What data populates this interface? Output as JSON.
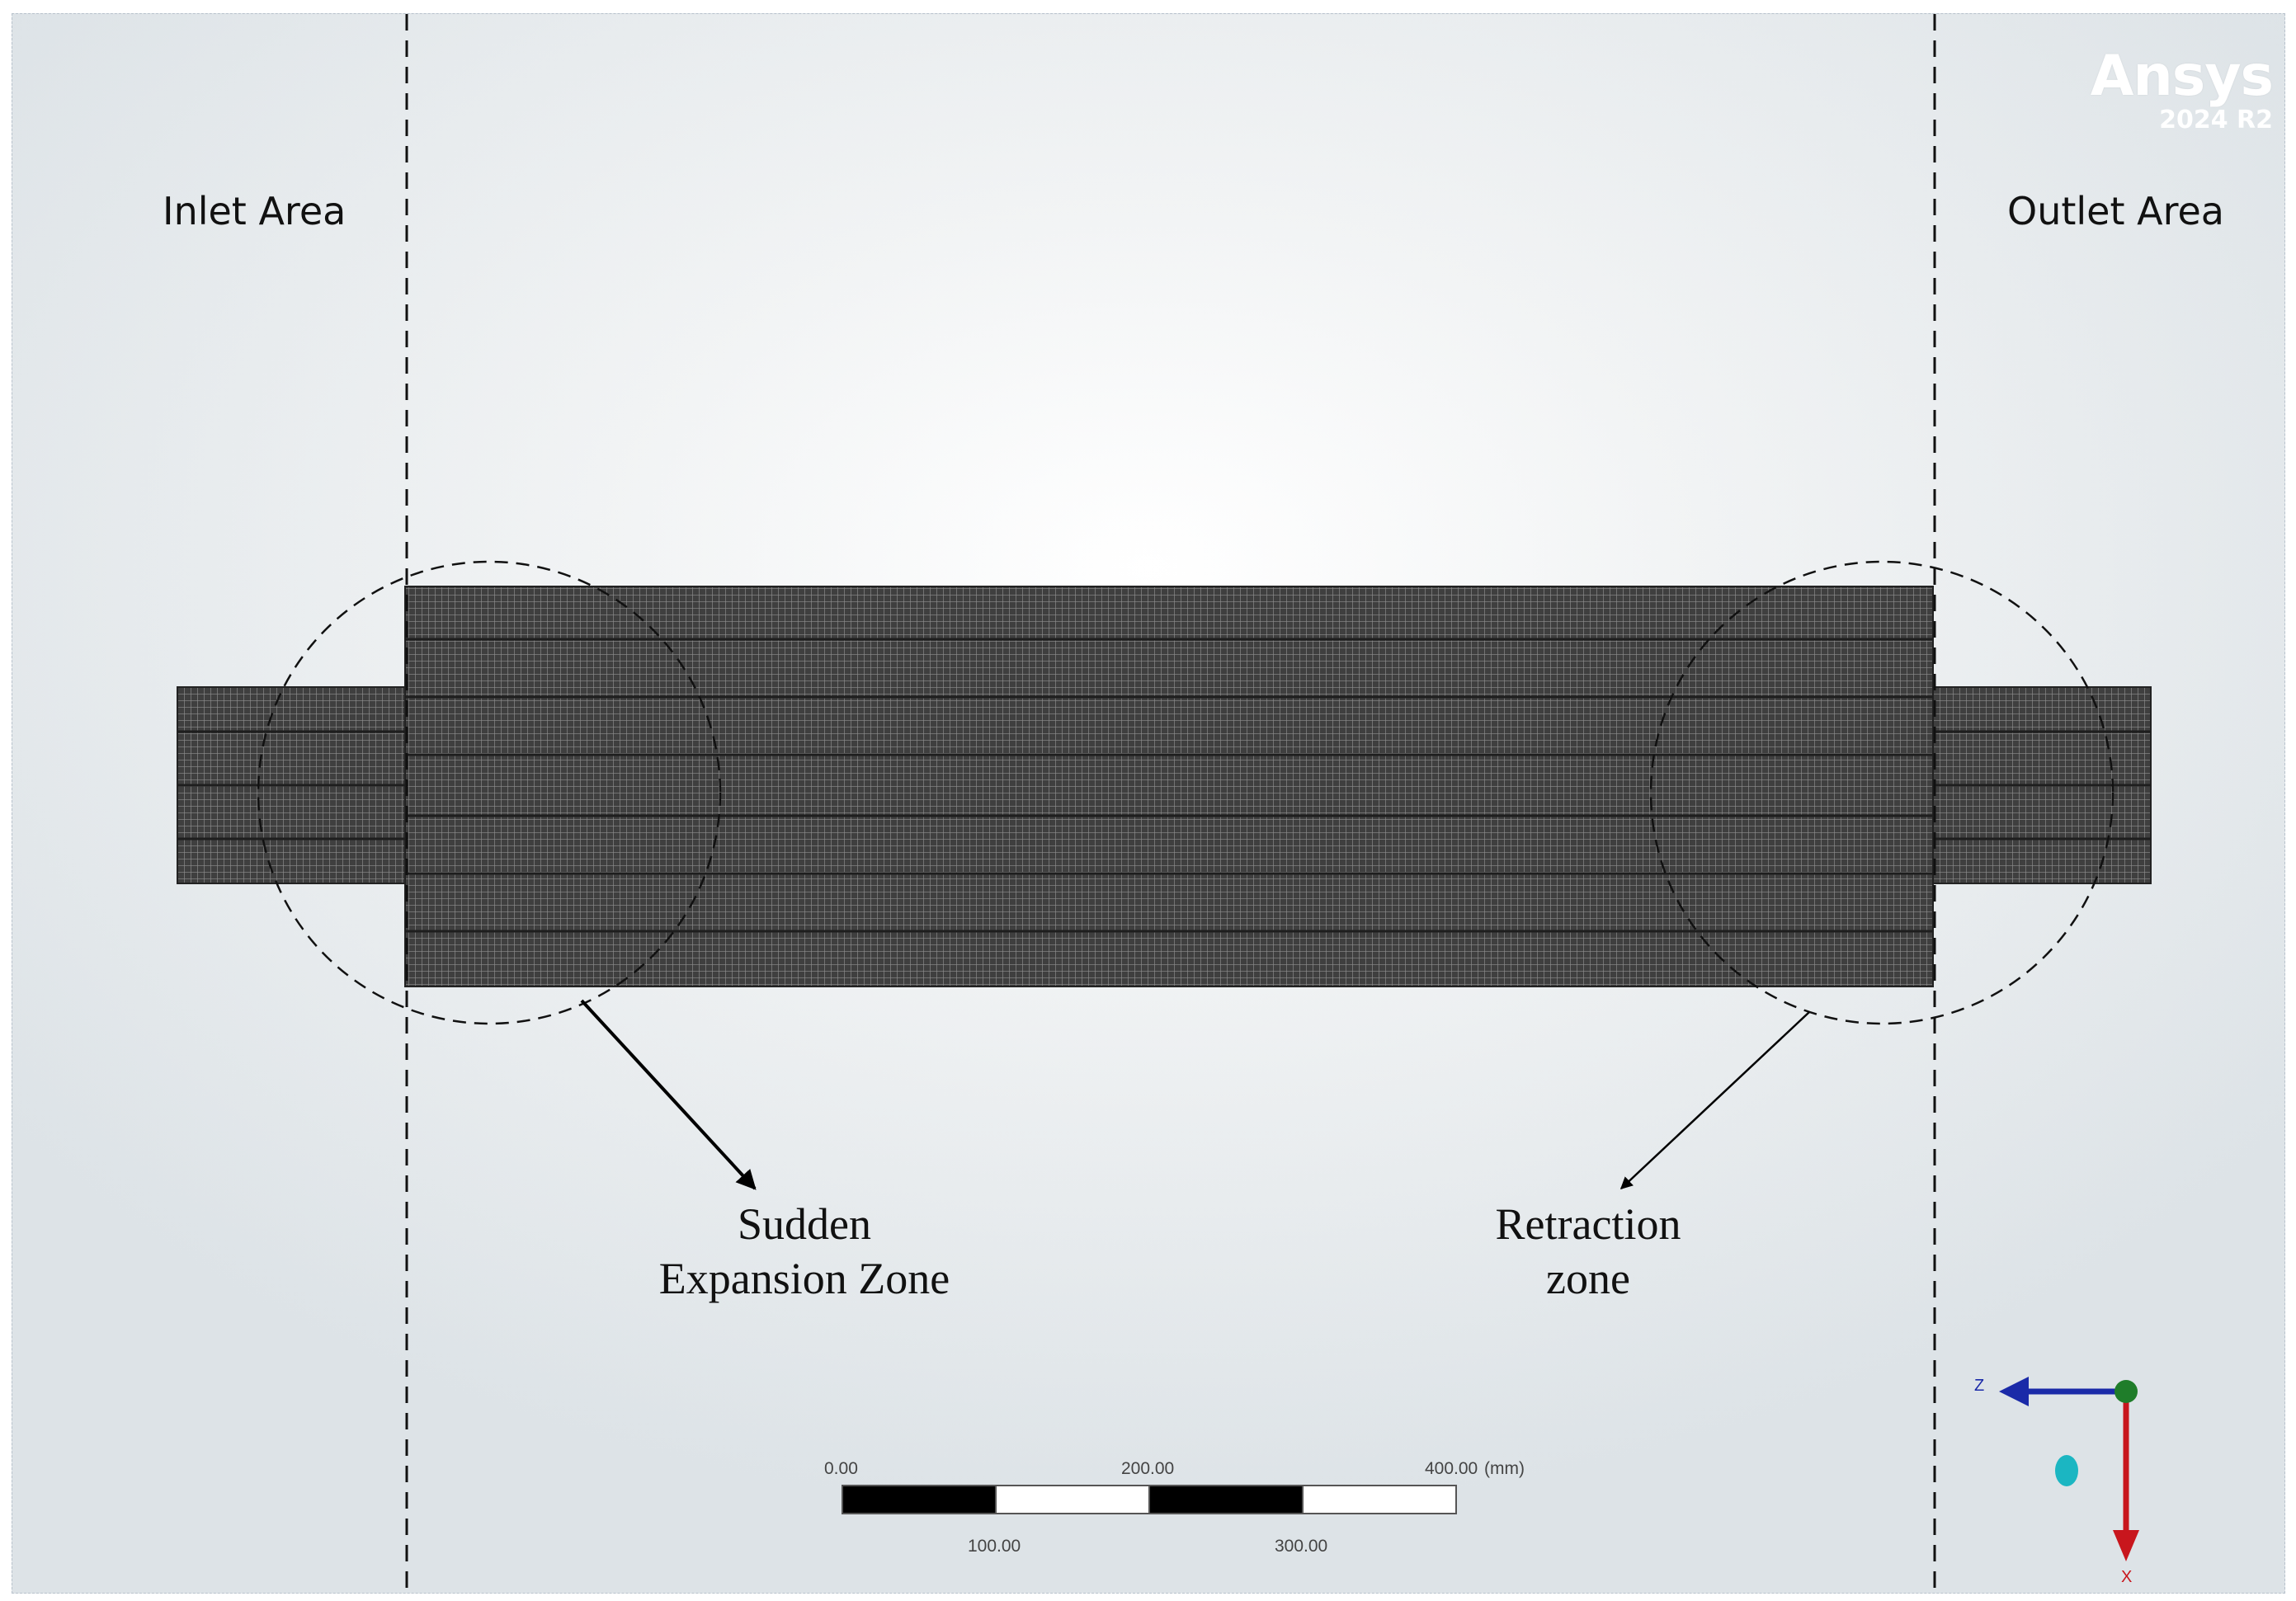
{
  "labels": {
    "inlet": "Inlet Area",
    "outlet": "Outlet Area",
    "expansion_line1": "Sudden",
    "expansion_line2": "Expansion Zone",
    "retraction_line1": "Retraction",
    "retraction_line2": "zone"
  },
  "brand": {
    "name": "Ansys",
    "version": "2024 R2"
  },
  "scale_bar": {
    "unit": "(mm)",
    "top_ticks": [
      "0.00",
      "200.00",
      "400.00"
    ],
    "bottom_ticks": [
      "100.00",
      "300.00"
    ],
    "segment_colors": [
      "#000000",
      "#ffffff",
      "#000000",
      "#ffffff"
    ]
  },
  "triad": {
    "z_label": "Z",
    "x_label": "X",
    "z_color": "#1a2aa8",
    "x_color": "#c8161d",
    "origin_color": "#1f7d2a",
    "dot_color": "#1bb6c2"
  },
  "mesh": {
    "fill": "#3f3f3f",
    "cell_line": "#8c8c8c"
  }
}
